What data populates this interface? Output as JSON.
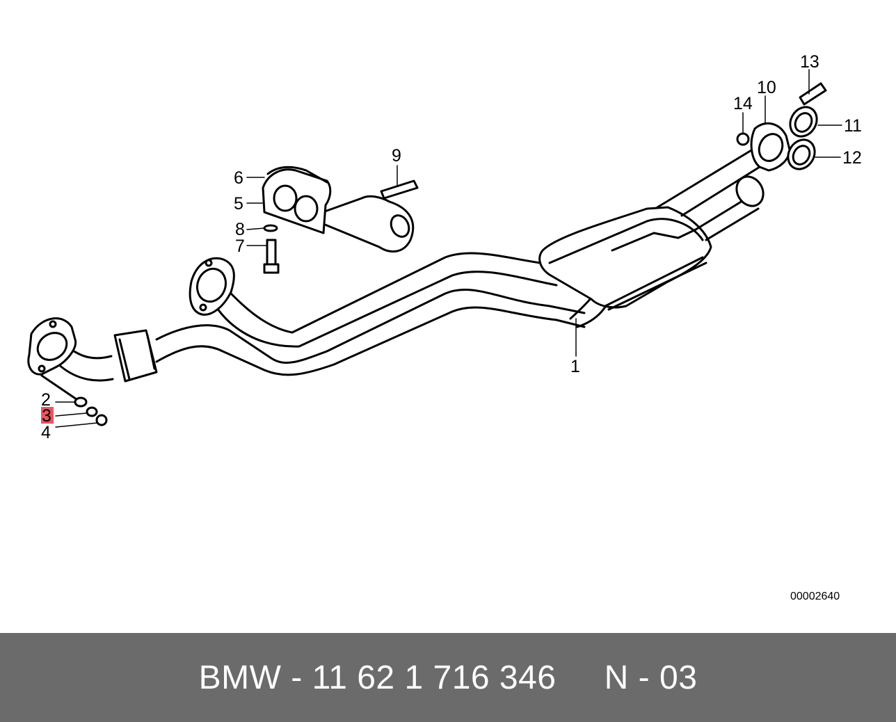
{
  "diagram": {
    "callouts": {
      "c1": "1",
      "c2": "2",
      "c3": "3",
      "c4": "4",
      "c5": "5",
      "c6": "6",
      "c7": "7",
      "c8": "8",
      "c9": "9",
      "c10": "10",
      "c11": "11",
      "c12": "12",
      "c13": "13",
      "c14": "14"
    },
    "highlighted_callout": "3",
    "highlight_color": "#e8565f",
    "reference_number": "00002640"
  },
  "footer": {
    "text": "BMW - 11 62 1 716 346     N - 03",
    "background_color": "#6b6b6b",
    "text_color": "#ffffff"
  }
}
